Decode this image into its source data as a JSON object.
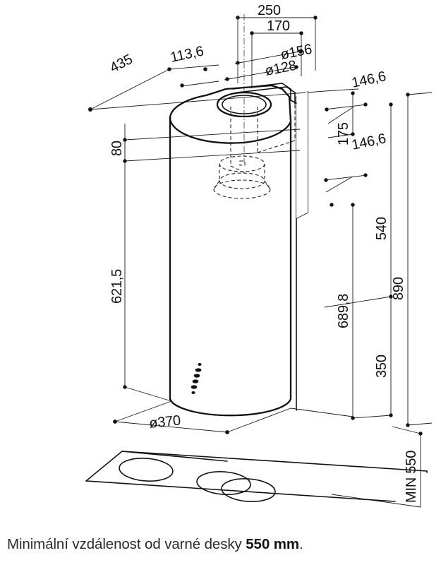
{
  "drawing": {
    "type": "isometric-technical-drawing",
    "subject": "cylindrical island cooker hood with chimney duct over cooktop",
    "units": "mm",
    "dimensions": {
      "top_250": "250",
      "top_170": "170",
      "diam_156": "ø156",
      "diam_128": "ø128",
      "depth_435": "435",
      "offset_113_6": "113,6",
      "right_146_6_upper": "146,6",
      "right_175": "175",
      "right_146_6_lower": "146,6",
      "right_540": "540",
      "right_890": "890",
      "right_350": "350",
      "right_689_8": "689,8",
      "right_min_550": "MIN 550",
      "left_80": "80",
      "left_621_5": "621,5",
      "bottom_diam_370": "ø370"
    },
    "parts": {
      "cylinder_body": "cylinder-body",
      "top_cap": "top-cap",
      "duct_collar": "duct-collar",
      "chimney_panel": "chimney-panel",
      "control_panel": "control-panel",
      "cooktop": "cooktop",
      "burner_1": "burner",
      "burner_2": "burner",
      "burner_3": "burner"
    }
  },
  "caption": {
    "text_before": "Minimální vzdálenost od varné desky ",
    "text_strong": "550 mm",
    "text_after": "."
  },
  "colors": {
    "line": "#111111",
    "thin_line": "#1a1a1a",
    "background": "#ffffff",
    "caption_text": "#2b2b2b"
  }
}
